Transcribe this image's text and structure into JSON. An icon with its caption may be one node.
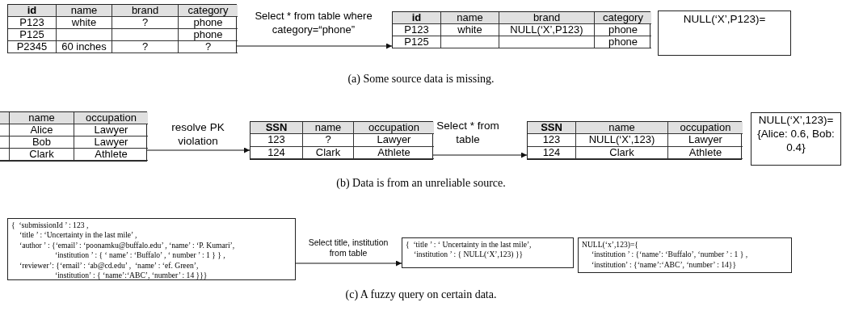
{
  "diagram": {
    "nodes": [
      {
        "text": [
          "id",
          "name",
          "brand",
          "category",
          "P123",
          "white",
          "?",
          "phone",
          "P125",
          "phone",
          "P2345",
          "60 inches",
          "?",
          "?"
        ]
      },
      {
        "text": [
          "id",
          "name",
          "brand",
          "category",
          "P123",
          "white",
          "NULL(‘X’,P123)",
          "phone",
          "P125",
          "phone"
        ]
      },
      {
        "text": [
          "NULL(‘X’,P123)="
        ]
      },
      {
        "text": [
          "name",
          "occupation",
          "Alice",
          "Lawyer",
          "Bob",
          "Lawyer",
          "Clark",
          "Athlete"
        ]
      },
      {
        "text": [
          "SSN",
          "name",
          "occupation",
          "123",
          "?",
          "Lawyer",
          "124",
          "Clark",
          "Athlete"
        ]
      },
      {
        "text": [
          "SSN",
          "name",
          "occupation",
          "123",
          "NULL(‘X’,123)",
          "Lawyer",
          "124",
          "Clark",
          "Athlete"
        ]
      },
      {
        "text": [
          "NULL(‘X’,123)= {Alice: 0.6, Bob: 0.4}"
        ]
      },
      {
        "text": [
          "{  ‘submissionId ’ : 123 ,",
          "‘title ’ : ‘Uncertainty in the last mile’ ,",
          "‘author ’ : {‘email’ : ‘poonamku@buffalo.edu’ , ‘name’ : ‘P. Kumari’,",
          "‘institution ’ : { ‘ name’ : ‘Buffalo’ , ‘ number ’ : 1 } } ,",
          "‘reviewer’: {‘email’ : ‘ab@cd.edu’ ,  ‘name’ : ‘ef. Green’,",
          "‘institution’ : { ‘name’:‘ABC’, ‘number’ : 14 }}}"
        ]
      },
      {
        "text": [
          "{  ‘title ’ : ‘ Uncertainty in the last mile’,",
          "‘institution ’ : { NULL(‘X’,123) }}"
        ]
      },
      {
        "text": [
          "NULL(‘x’,123)={",
          "‘institution ’ : {‘name’: ‘Buffalo’, ‘number ’ : 1 } ,",
          "‘institution’ : {‘name’:‘ABC’, ‘number’ : 14}}"
        ]
      }
    ],
    "edges": [
      {
        "from": 0,
        "to": 1,
        "arrow": "to",
        "label": "Select * from table where category=“phone”"
      },
      {
        "from": 3,
        "to": 4,
        "arrow": "to",
        "label": "resolve PK violation"
      },
      {
        "from": 4,
        "to": 5,
        "arrow": "to",
        "label": "Select * from table"
      },
      {
        "from": 7,
        "to": 8,
        "arrow": "to",
        "label": "Select title, institution from table"
      }
    ],
    "labels": [
      "(a) Some source data is missing.",
      "(b) Data is from an unreliable source.",
      "(c) A fuzzy query on certain data."
    ]
  }
}
